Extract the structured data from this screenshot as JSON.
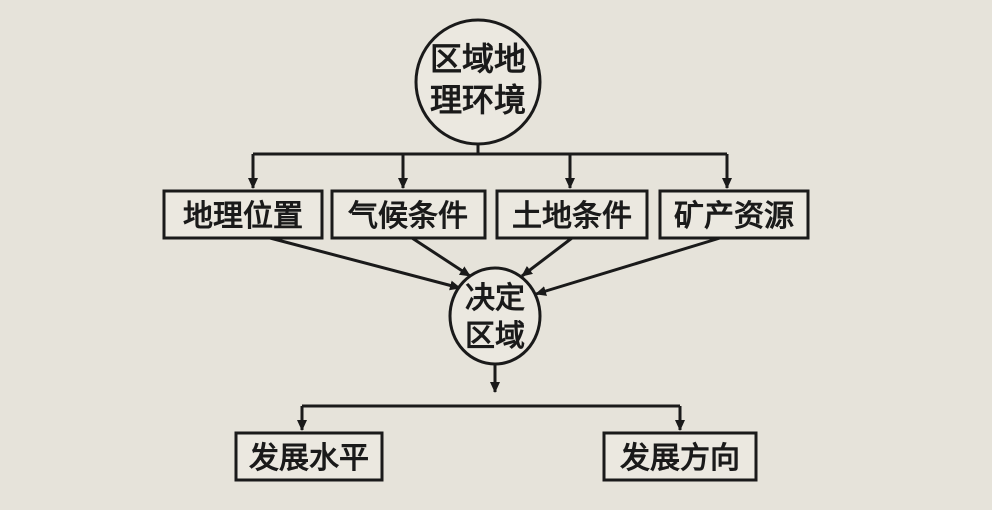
{
  "diagram": {
    "top_node": {
      "line1": "区域地",
      "line2": "理环境"
    },
    "factors": [
      {
        "label": "地理位置"
      },
      {
        "label": "气候条件"
      },
      {
        "label": "土地条件"
      },
      {
        "label": "矿产资源"
      }
    ],
    "center_node": {
      "line1": "决定",
      "line2": "区域"
    },
    "outcomes": [
      {
        "label": "发展水平"
      },
      {
        "label": "发展方向"
      }
    ]
  },
  "colors": {
    "background": "#e6e3da",
    "ink": "#1a1a1a"
  }
}
